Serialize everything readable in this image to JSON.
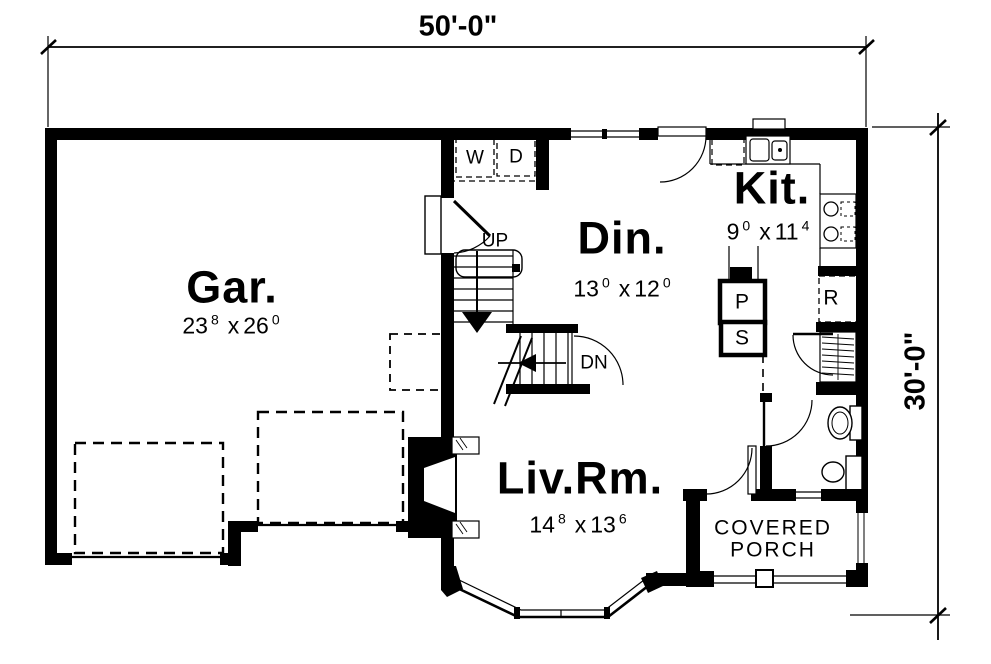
{
  "colors": {
    "ink": "#000000",
    "paper": "#ffffff"
  },
  "dimensions": {
    "overall_width": "50'-0\"",
    "overall_height": "30'-0\""
  },
  "rooms": {
    "garage": {
      "name": "Gar.",
      "dim": {
        "a": "23",
        "a_sup": "8",
        "times": "x",
        "b": "26",
        "b_sup": "0"
      }
    },
    "dining": {
      "name": "Din.",
      "dim": {
        "a": "13",
        "a_sup": "0",
        "times": "x",
        "b": "12",
        "b_sup": "0"
      }
    },
    "kitchen": {
      "name": "Kit.",
      "dim": {
        "a": "9",
        "a_sup": "0",
        "times": "x",
        "b": "11",
        "b_sup": "4"
      }
    },
    "living": {
      "name": "Liv.Rm.",
      "dim": {
        "a": "14",
        "a_sup": "8",
        "times": "x",
        "b": "13",
        "b_sup": "6"
      }
    },
    "porch": {
      "line1": "COVERED",
      "line2": "PORCH"
    }
  },
  "labels": {
    "washer": "W",
    "dryer": "D",
    "up": "UP",
    "down": "DN",
    "pantry": "P",
    "shelf": "S",
    "refrigerator": "R"
  }
}
